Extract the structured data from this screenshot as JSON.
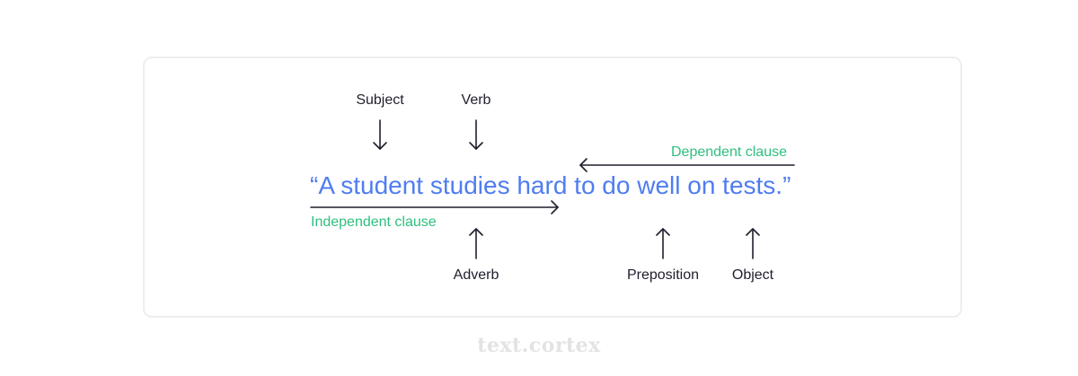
{
  "labels": {
    "subject": "Subject",
    "verb": "Verb",
    "adverb": "Adverb",
    "preposition": "Preposition",
    "object": "Object"
  },
  "clauses": {
    "dependent": "Dependent clause",
    "independent": "Independent clause"
  },
  "sentence": "“A student studies hard to do well on tests.”",
  "watermark": "text.cortex",
  "colors": {
    "sentence": "#4f7df0",
    "clause": "#2fbf7e",
    "label": "#1f1f2e",
    "arrow": "#1f1f2e",
    "card_border": "#eeeeee",
    "watermark": "#e3e3e3"
  }
}
